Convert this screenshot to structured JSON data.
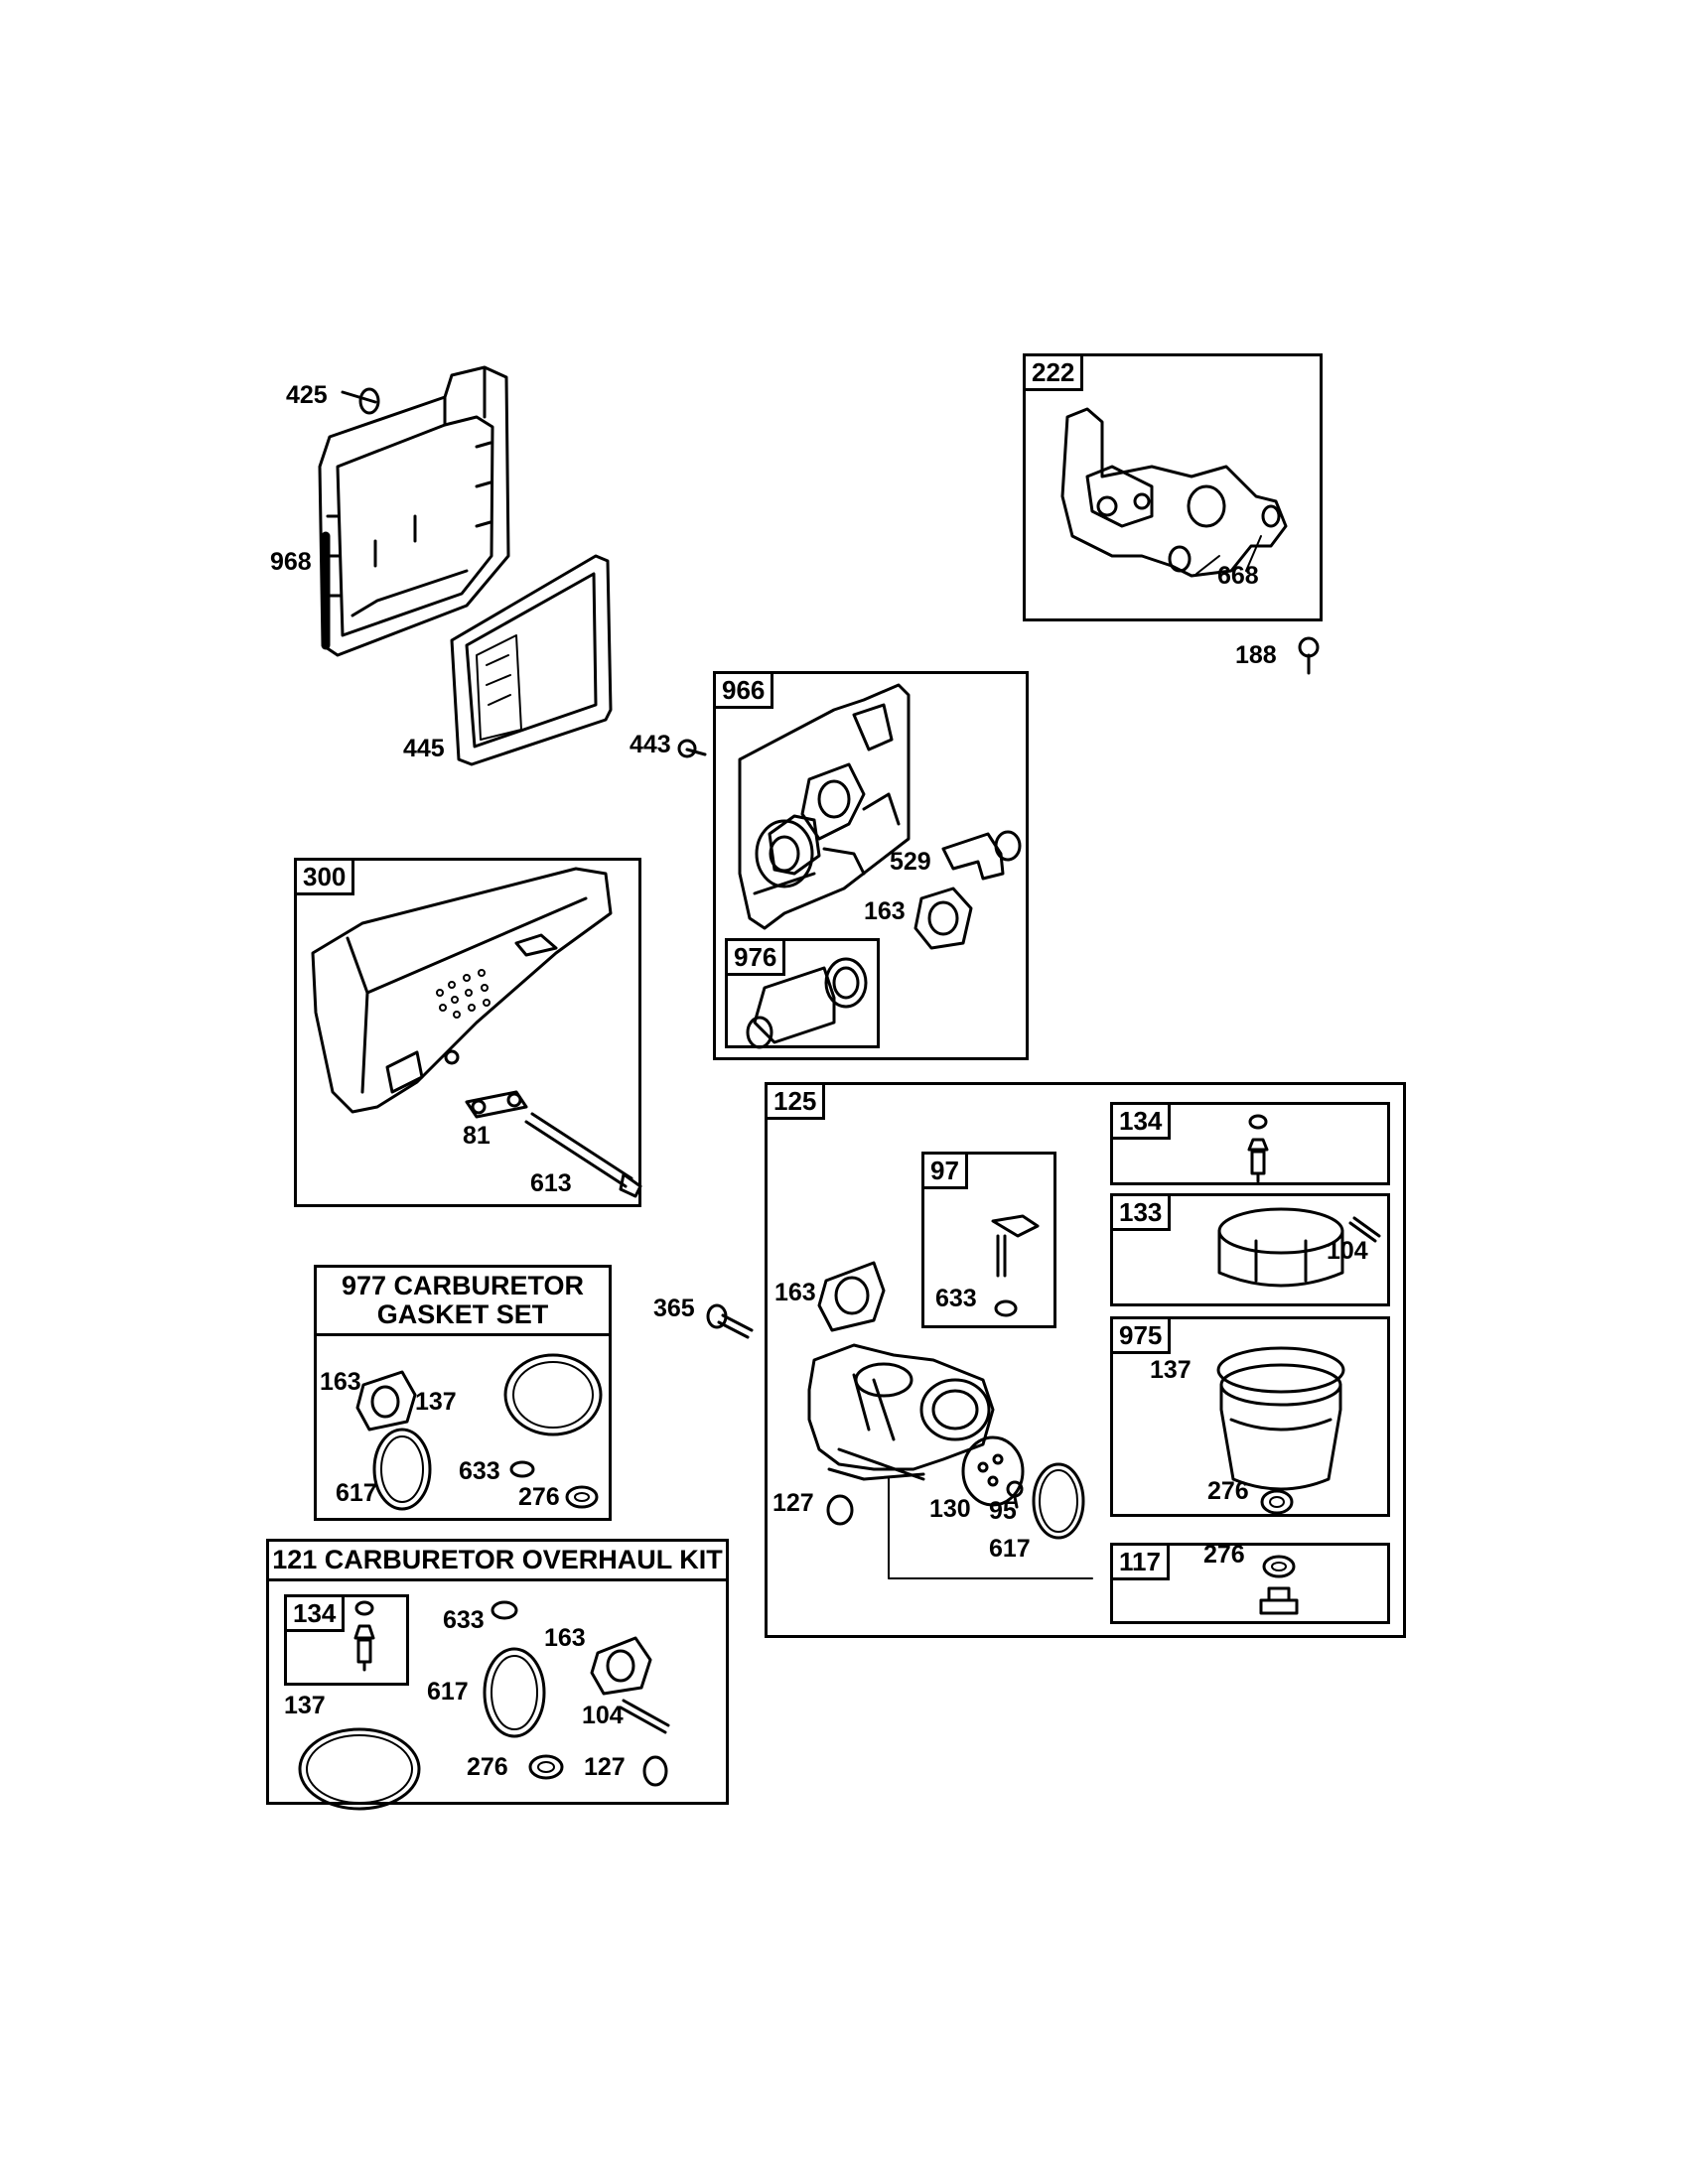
{
  "boxes": {
    "b222": "222",
    "b966": "966",
    "b976": "976",
    "b300": "300",
    "b125": "125",
    "b97": "97",
    "b134a": "134",
    "b133": "133",
    "b975": "975",
    "b117": "117",
    "b134b": "134"
  },
  "kits": {
    "gasket_line1": "977 CARBURETOR",
    "gasket_line2": "GASKET SET",
    "overhaul": "121 CARBURETOR OVERHAUL KIT"
  },
  "labels": {
    "l425": "425",
    "l968": "968",
    "l445": "445",
    "l443": "443",
    "l668": "668",
    "l188": "188",
    "l529": "529",
    "l163a": "163",
    "l81": "81",
    "l613": "613",
    "l365": "365",
    "l163b": "163",
    "l633a": "633",
    "l127a": "127",
    "l130": "130",
    "l95": "95",
    "l617a": "617",
    "l104a": "104",
    "l137a": "137",
    "l276a": "276",
    "l276b": "276",
    "l163c": "163",
    "l137b": "137",
    "l617b": "617",
    "l633b": "633",
    "l276c": "276",
    "l137c": "137",
    "l633c": "633",
    "l617c": "617",
    "l163d": "163",
    "l104b": "104",
    "l276d": "276",
    "l127b": "127"
  }
}
